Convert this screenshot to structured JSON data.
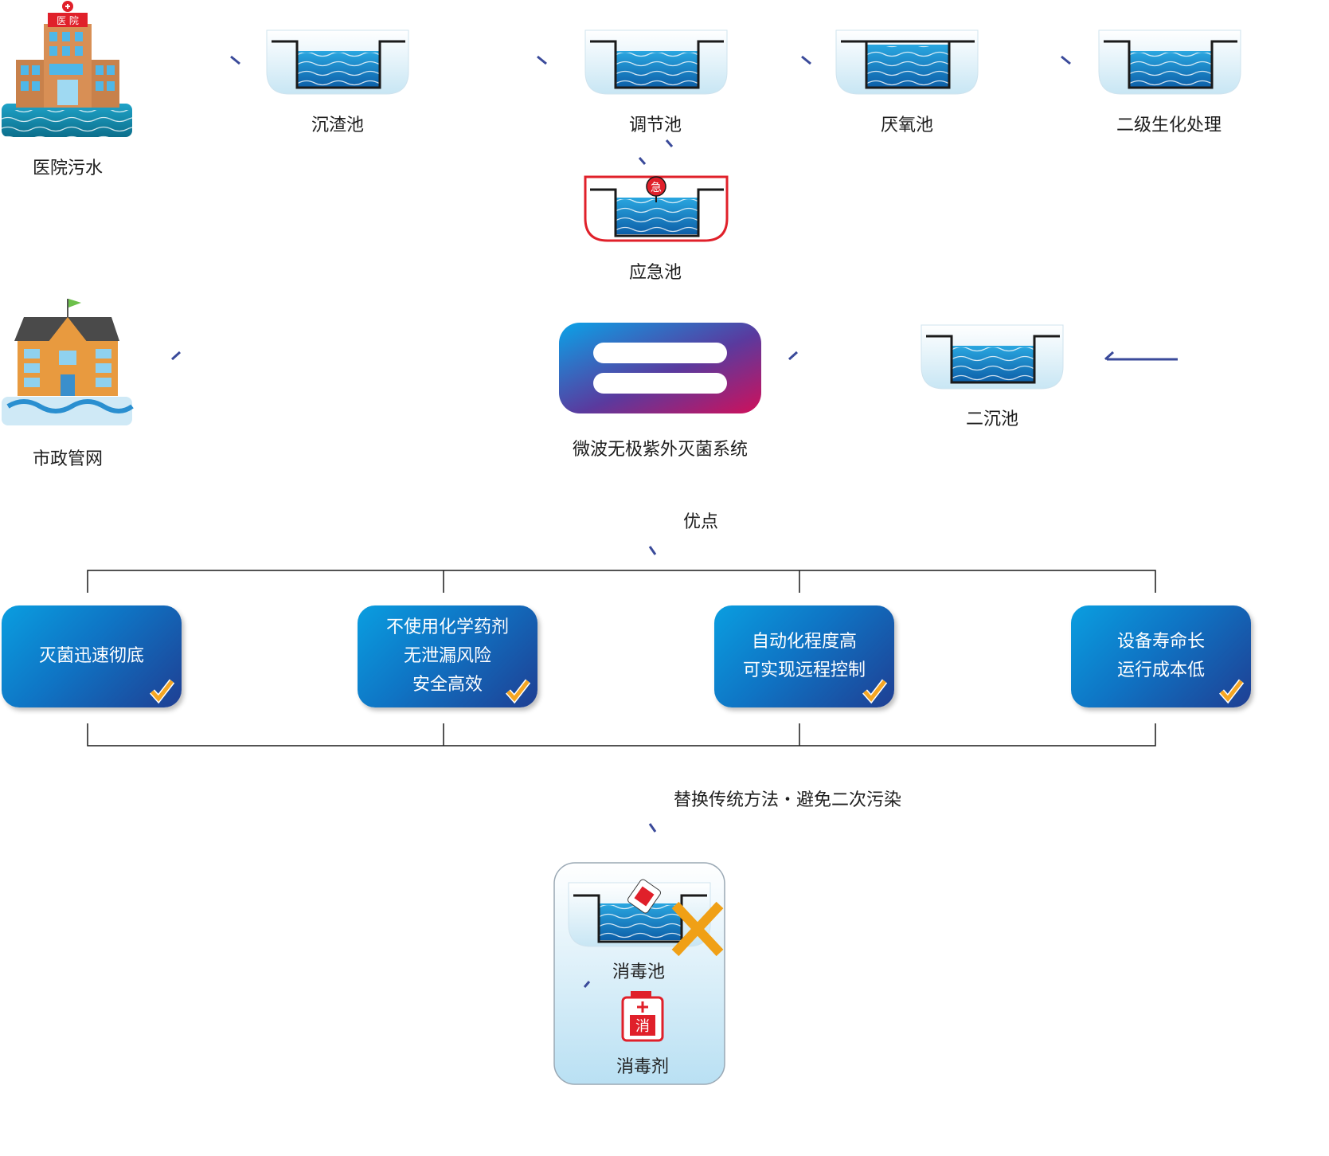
{
  "nodes": {
    "hospital_sewage": "医院污水",
    "slag_tank": "沉渣池",
    "regulating_tank": "调节池",
    "anaerobic_tank": "厌氧池",
    "secondary_biochem": "二级生化处理",
    "emergency_tank": "应急池",
    "urgent_badge": "急",
    "hospital_sign": "医 院",
    "municipal_network": "市政管网",
    "uv_system": "微波无极紫外灭菌系统",
    "secondary_settling": "二沉池",
    "disinfection_tank": "消毒池",
    "disinfectant": "消毒剂",
    "disinfectant_badge": "消"
  },
  "advantages": {
    "label": "优点",
    "items": [
      {
        "lines": [
          "灭菌迅速彻底"
        ]
      },
      {
        "lines": [
          "不使用化学药剂",
          "无泄漏风险",
          "安全高效"
        ]
      },
      {
        "lines": [
          "自动化程度高",
          "可实现远程控制"
        ]
      },
      {
        "lines": [
          "设备寿命长",
          "运行成本低"
        ]
      }
    ]
  },
  "replace_label": "替换传统方法・避免二次污染",
  "colors": {
    "arrow": "#3a4a9a",
    "water": "#1a8fd0",
    "emergency": "#e0202a",
    "card": "#0f74c4",
    "check": "#f5a623"
  }
}
